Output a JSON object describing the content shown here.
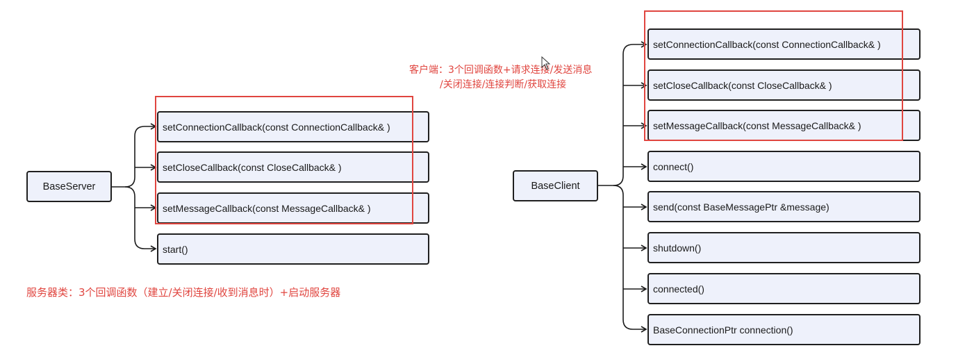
{
  "server": {
    "root": "BaseServer",
    "methods": [
      "setConnectionCallback(const ConnectionCallback& )",
      "setCloseCallback(const CloseCallback& )",
      "setMessageCallback(const MessageCallback& )",
      "start()"
    ],
    "note": "服务器类：3个回调函数（建立/关闭连接/收到消息时）+启动服务器"
  },
  "client": {
    "root": "BaseClient",
    "methods": [
      "setConnectionCallback(const ConnectionCallback& )",
      "setCloseCallback(const CloseCallback& )",
      "setMessageCallback(const MessageCallback& )",
      "connect()",
      "send(const BaseMessagePtr &message)",
      "shutdown()",
      "connected()",
      "BaseConnectionPtr connection()"
    ],
    "note_line1": "客户端：3个回调函数+请求连接/发送消息",
    "note_line2": "/关闭连接/连接判断/获取连接"
  },
  "colors": {
    "annotation": "#e0453f",
    "node_fill": "#eef1fb",
    "node_border": "#1f1f1f"
  }
}
